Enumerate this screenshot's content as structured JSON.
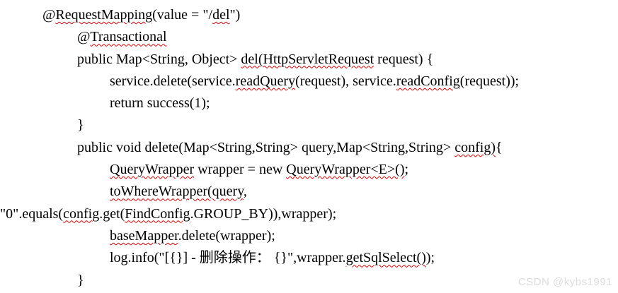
{
  "document": {
    "background": "#ffffff",
    "text_color": "#000000",
    "squiggle_color": "#e00000"
  },
  "code": {
    "language": "java",
    "lines": [
      {
        "indent": 60,
        "segments": [
          {
            "text": "@",
            "squiggle": false
          },
          {
            "text": "RequestMapping",
            "squiggle": true
          },
          {
            "text": "(value = \"/",
            "squiggle": false
          },
          {
            "text": "del",
            "squiggle": true
          },
          {
            "text": "\")",
            "squiggle": false
          }
        ]
      },
      {
        "indent": 109,
        "segments": [
          {
            "text": "@",
            "squiggle": false
          },
          {
            "text": "Transactional",
            "squiggle": true
          }
        ]
      },
      {
        "indent": 109,
        "segments": [
          {
            "text": "public Map<String, Object> ",
            "squiggle": false
          },
          {
            "text": "del(HttpServletRequest",
            "squiggle": true
          },
          {
            "text": " request) {",
            "squiggle": false
          }
        ]
      },
      {
        "indent": 155,
        "segments": [
          {
            "text": "service.delete(service.",
            "squiggle": false
          },
          {
            "text": "readQuery",
            "squiggle": true
          },
          {
            "text": "(request), service.",
            "squiggle": false
          },
          {
            "text": "readConfig",
            "squiggle": true
          },
          {
            "text": "(request));",
            "squiggle": false
          }
        ]
      },
      {
        "indent": 155,
        "segments": [
          {
            "text": "return success(1);",
            "squiggle": false
          }
        ]
      },
      {
        "indent": 109,
        "segments": [
          {
            "text": "}",
            "squiggle": false
          }
        ]
      },
      {
        "indent": 109,
        "segments": [
          {
            "text": "public void delete(Map<String,String> query,Map<String,String> ",
            "squiggle": false
          },
          {
            "text": "config)",
            "squiggle": true
          },
          {
            "text": "{",
            "squiggle": false
          }
        ]
      },
      {
        "indent": 155,
        "segments": [
          {
            "text": "QueryWrapper",
            "squiggle": true
          },
          {
            "text": " wrapper = new ",
            "squiggle": false
          },
          {
            "text": "QueryWrapper<E>()",
            "squiggle": true
          },
          {
            "text": ";",
            "squiggle": false
          }
        ]
      },
      {
        "indent": 155,
        "segments": [
          {
            "text": "toWhereWrapper(query",
            "squiggle": true
          },
          {
            "text": ",",
            "squiggle": false
          }
        ]
      },
      {
        "indent": 0,
        "segments": [
          {
            "text": "\"0\".equals(",
            "squiggle": false
          },
          {
            "text": "config",
            "squiggle": true
          },
          {
            "text": ".get(",
            "squiggle": false
          },
          {
            "text": "FindConfig",
            "squiggle": true
          },
          {
            "text": ".GROUP_BY)),wrapper);",
            "squiggle": false
          }
        ]
      },
      {
        "indent": 155,
        "segments": [
          {
            "text": "baseMapper",
            "squiggle": true
          },
          {
            "text": ".delete(wrapper);",
            "squiggle": false
          }
        ]
      },
      {
        "indent": 155,
        "segments": [
          {
            "text": "log.info(\"[{}] - 删除操作： {}\",wrapper.",
            "squiggle": false
          },
          {
            "text": "getSqlSelect()",
            "squiggle": true
          },
          {
            "text": ");",
            "squiggle": false
          }
        ]
      },
      {
        "indent": 109,
        "segments": [
          {
            "text": "}",
            "squiggle": false
          }
        ]
      }
    ]
  },
  "watermark": {
    "text": "CSDN @kybs1991",
    "color": "#dcdcdc"
  }
}
